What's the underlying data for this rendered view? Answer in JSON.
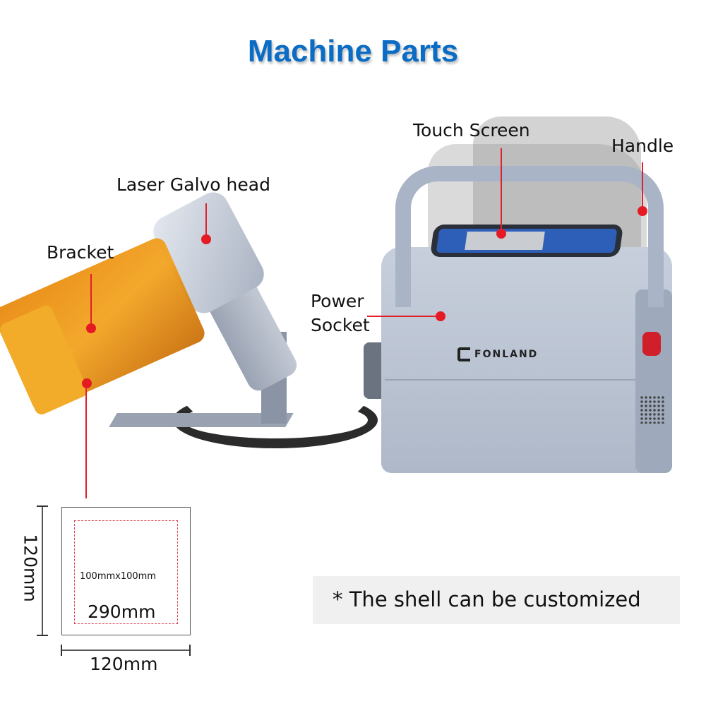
{
  "title": "Machine Parts",
  "colors": {
    "title_blue": "#0a6cc4",
    "callout_red": "#e51b24",
    "body_silver": "#bac3d2",
    "bracket_orange": "#f2a21c",
    "note_bg": "#f0f0f0"
  },
  "callouts": {
    "touch_screen": "Touch Screen",
    "handle": "Handle",
    "laser_galvo_head": "Laser Galvo head",
    "bracket": "Bracket",
    "power_socket_line1": "Power",
    "power_socket_line2": "Socket"
  },
  "brand": {
    "logo_text": "FONLAND",
    "logo_icon": "fonland-logo-icon"
  },
  "dimensions": {
    "marking_area": "100mmx100mm",
    "inner_label": "290mm",
    "height": "120mm",
    "width": "120mm"
  },
  "note": "* The shell can be customized"
}
